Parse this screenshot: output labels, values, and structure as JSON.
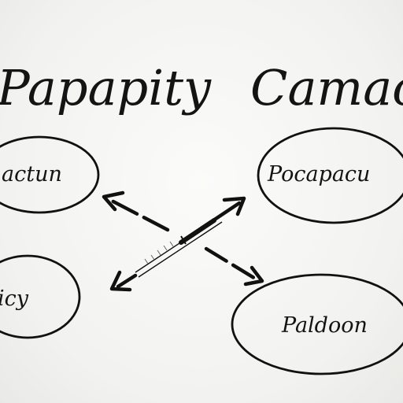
{
  "title": {
    "left": "Papapity",
    "right": "Camacu"
  },
  "nodes": {
    "top_left": "actun",
    "bottom_left": "icy",
    "top_right": "Pocapacu",
    "bottom_right": "Paldoon"
  },
  "colors": {
    "ink": "#111111",
    "paper": "#f3f3f1"
  }
}
